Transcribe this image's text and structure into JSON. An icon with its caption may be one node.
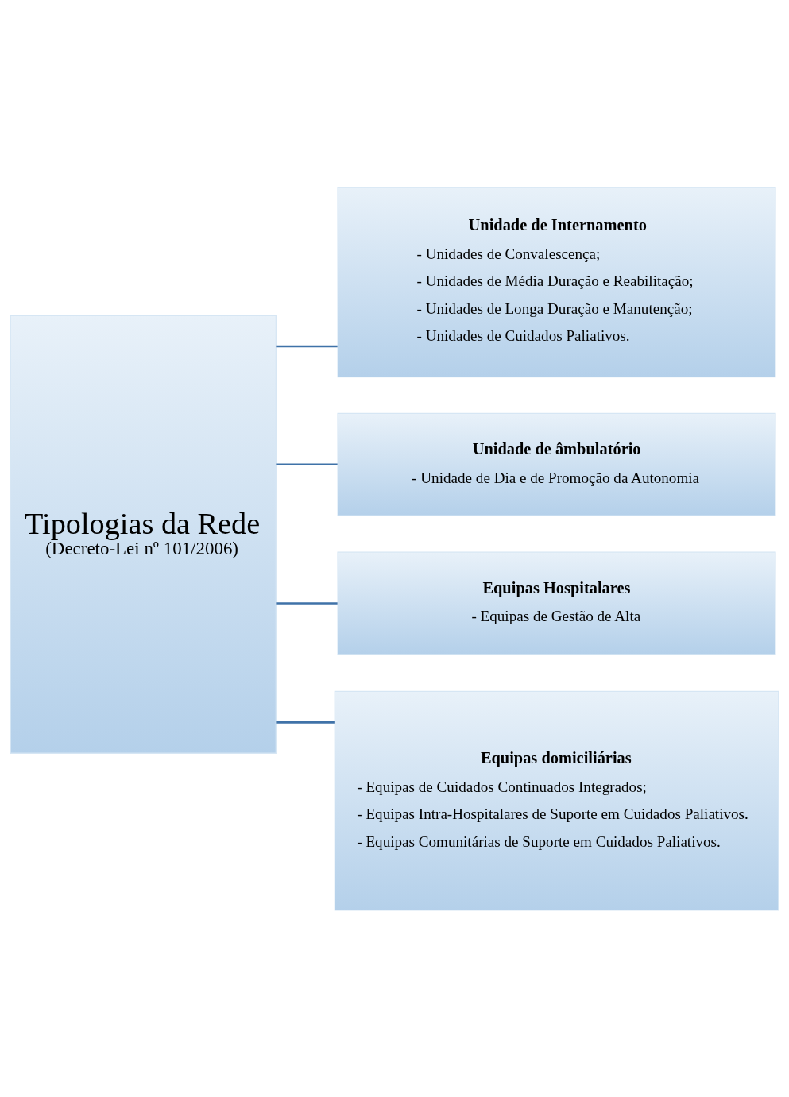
{
  "diagram": {
    "nodes": [
      {
        "text": [
          "Tipologias da Rede",
          "(Decreto-Lei nº 101/2006)"
        ]
      },
      {
        "text": [
          "Unidade de Internamento",
          "- Unidades de Convalescença;",
          "- Unidades de Média Duração e Reabilitação;",
          "- Unidades de Longa Duração e Manutenção;",
          "- Unidades de Cuidados Paliativos."
        ]
      },
      {
        "text": [
          "Unidade de âmbulatório",
          "- Unidade de Dia e de Promoção da Autonomia"
        ]
      },
      {
        "text": [
          "Equipas Hospitalares",
          "- Equipas de Gestão de Alta"
        ]
      },
      {
        "text": [
          "Equipas domiciliárias",
          "- Equipas de Cuidados Continuados Integrados;",
          "- Equipas Intra-Hospitalares de Suporte em Cuidados Paliativos.",
          "- Equipas Comunitárias de Suporte em Cuidados Paliativos."
        ]
      }
    ],
    "edges": [
      {
        "from": 0,
        "to": 1,
        "arrow": "none"
      },
      {
        "from": 0,
        "to": 2,
        "arrow": "none"
      },
      {
        "from": 0,
        "to": 3,
        "arrow": "none"
      },
      {
        "from": 0,
        "to": 4,
        "arrow": "none"
      }
    ]
  }
}
